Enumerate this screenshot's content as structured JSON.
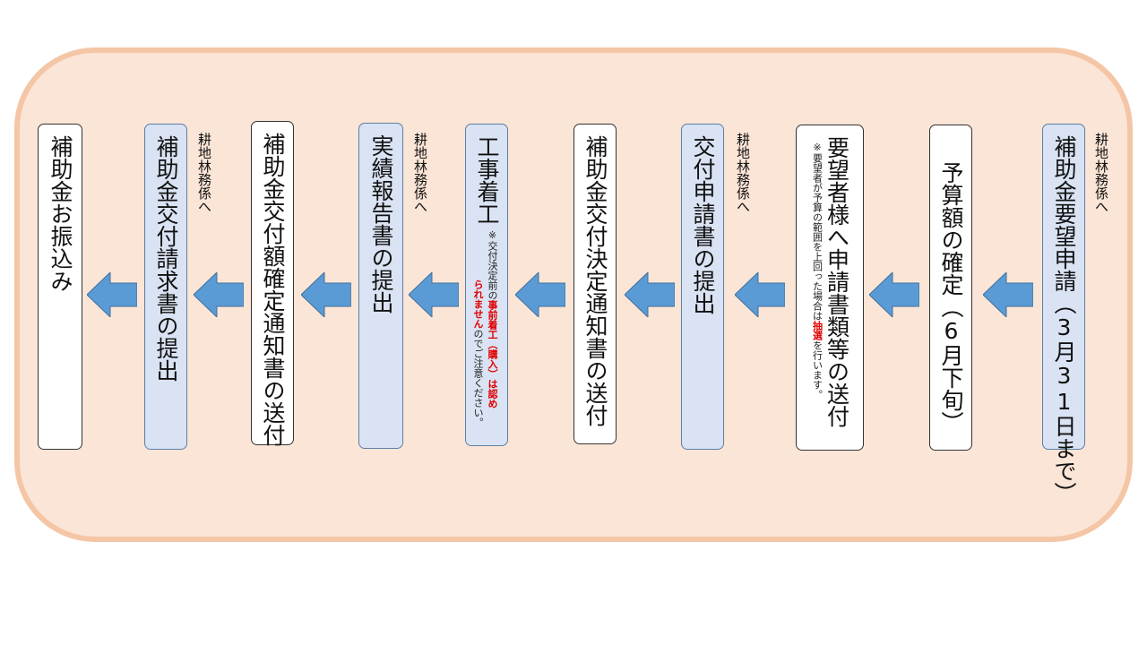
{
  "steps": {
    "s1": {
      "title": "補助金要望申請（3月31日まで）",
      "side": "耕地林務係へ"
    },
    "s2": {
      "title": "予算額の確定（6月下旬）"
    },
    "s3": {
      "title": "要望者様へ申請書類等の送付",
      "note_a": "※要望者が予算の範囲を上回った場合は",
      "note_red": "抽選",
      "note_b": "を行います。"
    },
    "s4": {
      "title": "交付申請書の提出",
      "side": "耕地林務係へ"
    },
    "s5": {
      "title": "補助金交付決定通知書の送付"
    },
    "s6": {
      "title": "工事着工",
      "note1_a": "※交付決定前の",
      "note1_red": "事前着工（購入）は認め",
      "note2_red": "られません",
      "note2_b": "のでご注意ください。"
    },
    "s7": {
      "title": "実績報告書の提出",
      "side": "耕地林務係へ"
    },
    "s8": {
      "title": "補助金交付額確定通知書の送付"
    },
    "s9": {
      "title": "補助金交付請求書の提出",
      "side": "耕地林務係へ"
    },
    "s10": {
      "title": "補助金お振込み"
    }
  },
  "colors": {
    "panel_fill": "#fbe5d6",
    "panel_border": "#f4c6a6",
    "blue_box": "#dae3f3",
    "arrow": "#5b9bd5",
    "emphasis": "#e00000"
  },
  "icons": {
    "arrow": "left-arrow-icon"
  }
}
